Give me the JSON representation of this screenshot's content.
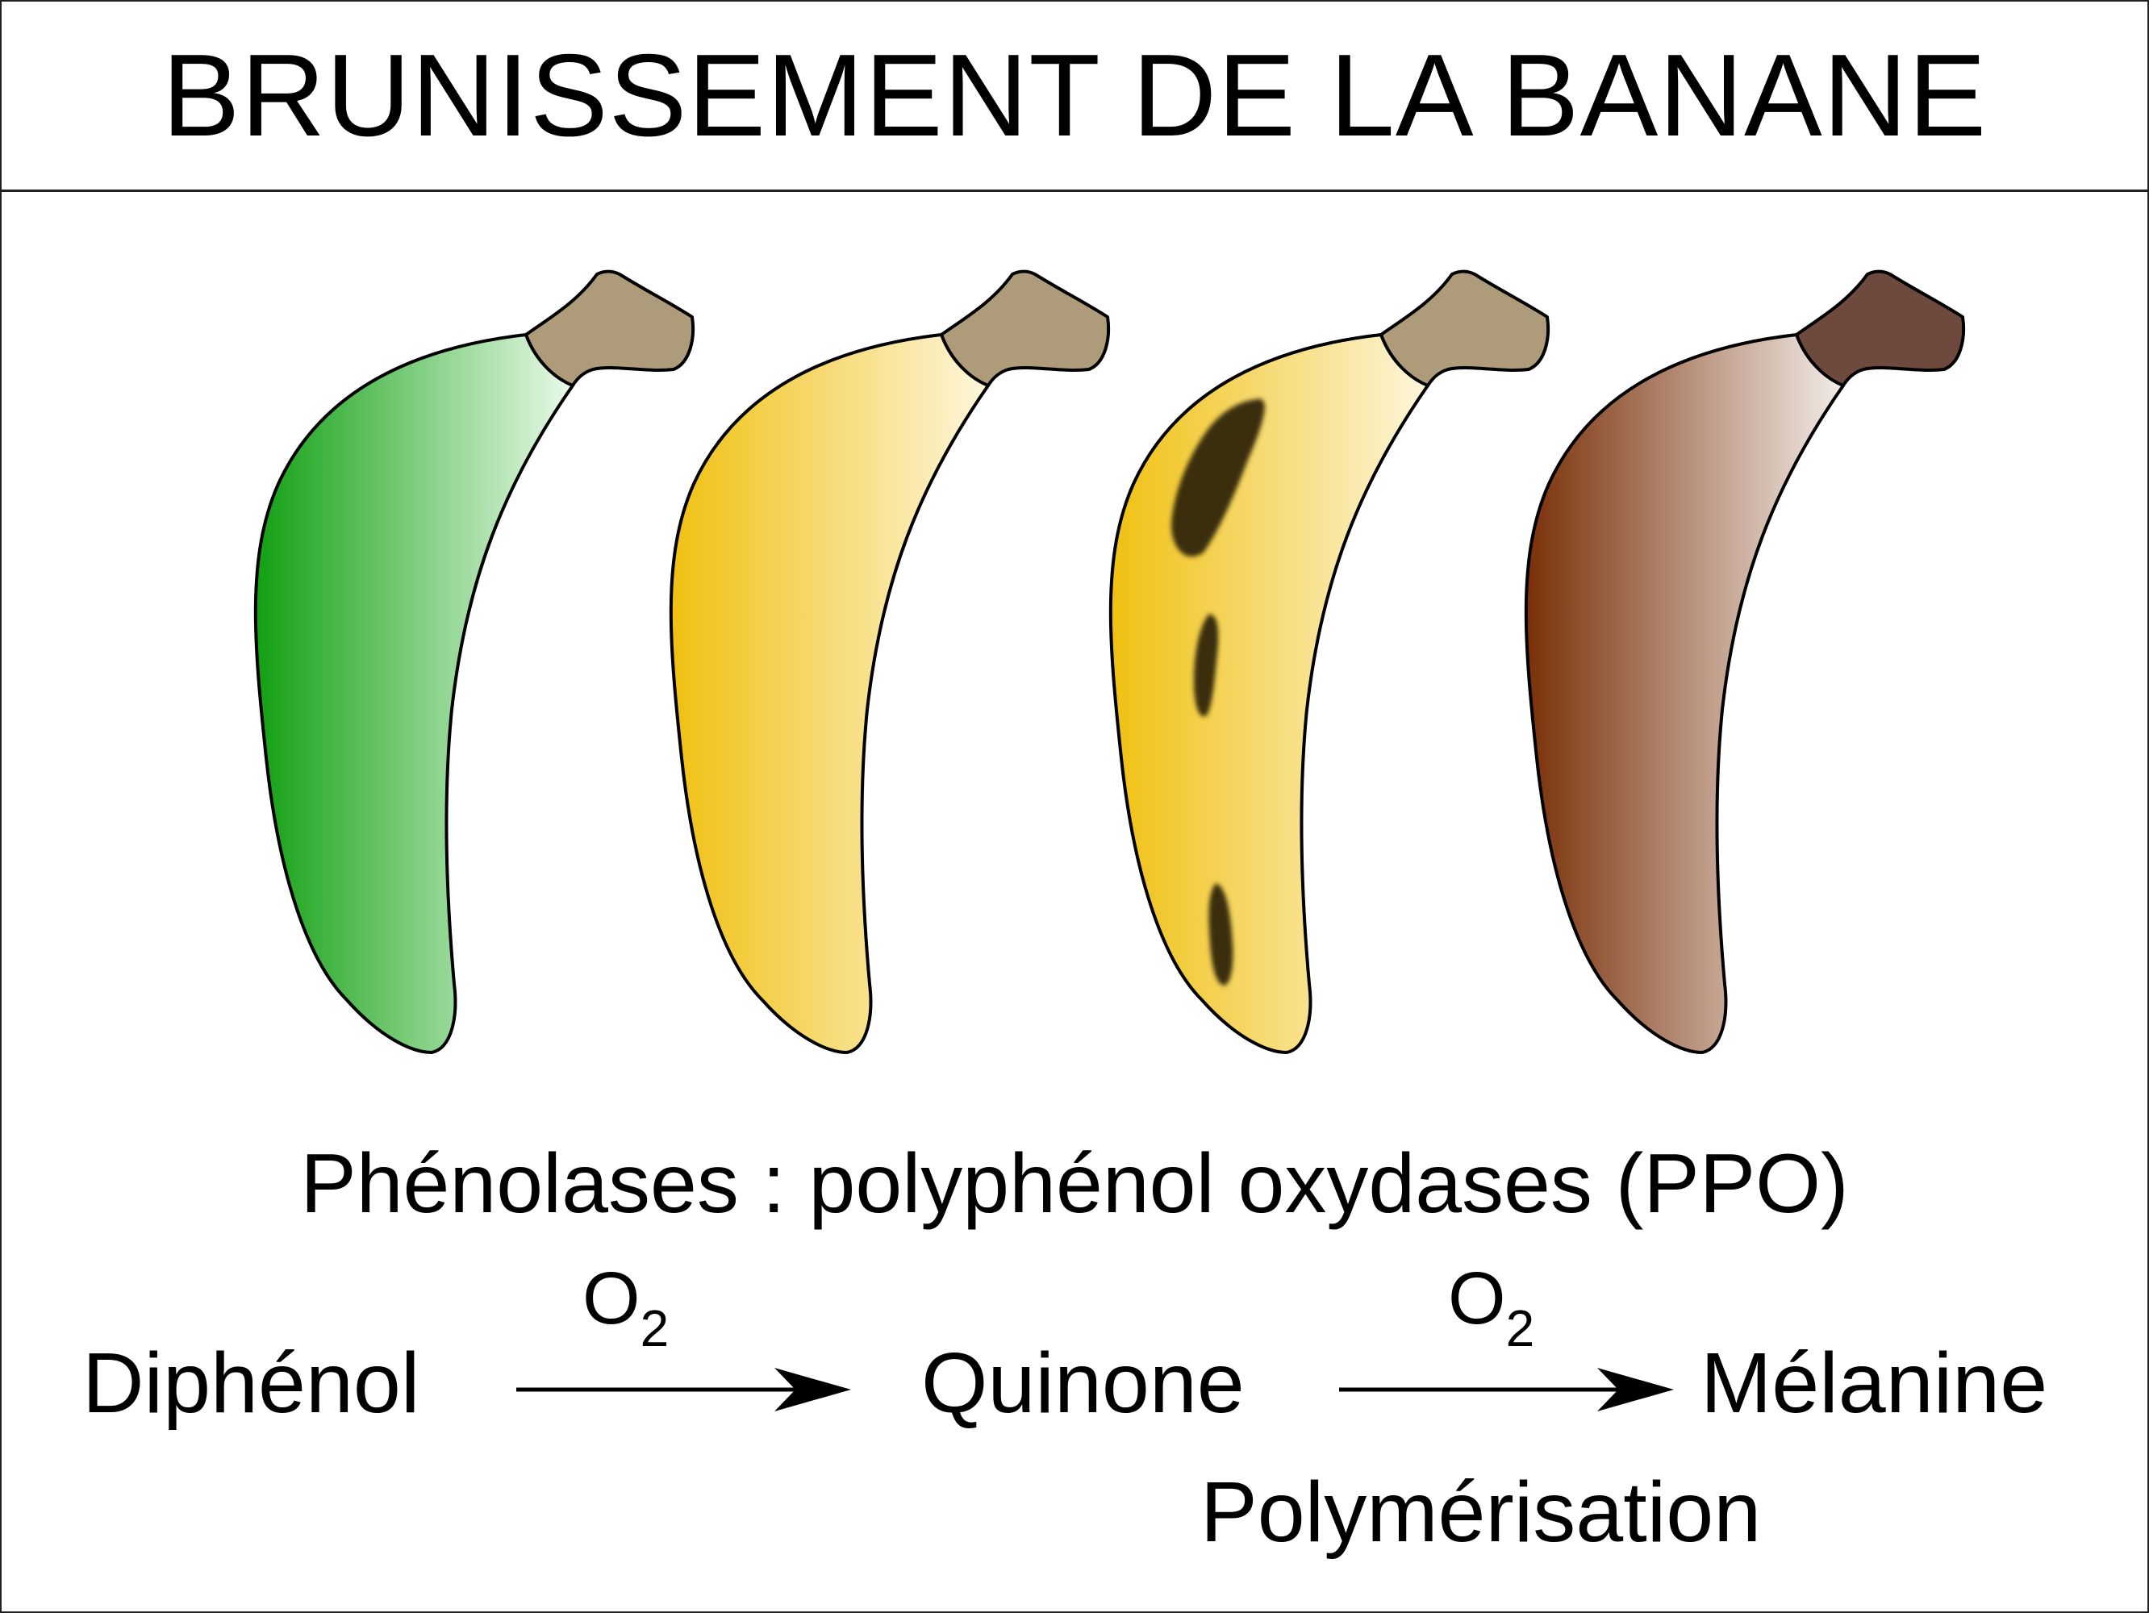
{
  "title": "BRUNISSEMENT DE LA BANANE",
  "enzyme_label": "Phénolases : polyphénol oxydases (PPO)",
  "reaction": {
    "step1": {
      "reagent": "Diphénol",
      "cofactor_main": "O",
      "cofactor_sub": "2"
    },
    "step2": {
      "reagent": "Quinone",
      "cofactor_main": "O",
      "cofactor_sub": "2"
    },
    "product": "Mélanine",
    "process_label": "Polymérisation"
  },
  "bananas": [
    {
      "stage": "green",
      "color_dark": "#12a012",
      "color_light": "#eafaea",
      "stem": "#ad9b7a"
    },
    {
      "stage": "yellow",
      "color_dark": "#f0c010",
      "color_light": "#fdf6dc",
      "stem": "#ad9b7a"
    },
    {
      "stage": "spotted",
      "color_dark": "#f0c010",
      "color_light": "#fdf6dc",
      "stem": "#ad9b7a",
      "spots": "#3a2f10"
    },
    {
      "stage": "brown",
      "color_dark": "#7a3008",
      "color_light": "#f2ece8",
      "stem": "#6e4a3e"
    }
  ]
}
